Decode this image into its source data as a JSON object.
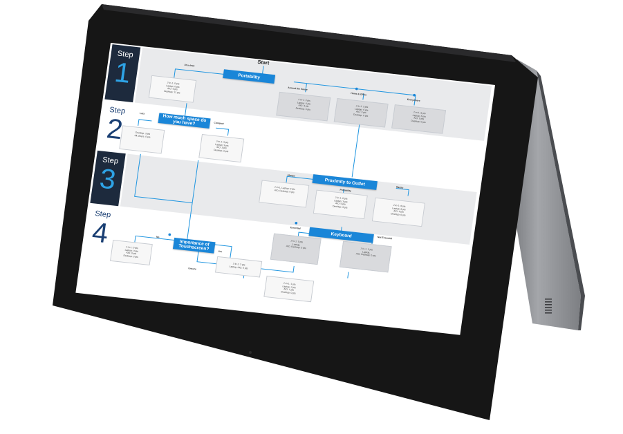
{
  "screen": {
    "steps": [
      {
        "word": "Step",
        "number": "1"
      },
      {
        "word": "Step",
        "number": "2"
      },
      {
        "word": "Step",
        "number": "3"
      },
      {
        "word": "Step",
        "number": "4"
      }
    ],
    "start_label": "Start",
    "decisions": {
      "portability": "Portability",
      "space": "How much space do you have?",
      "proximity": "Proximity to Outlet",
      "keyboard": "Keyboard",
      "touchscreen": "Importance of Touchscreen?"
    },
    "branches": {
      "at_desk": "At a desk",
      "around_house": "Around the house",
      "home_office": "Home & Office",
      "everywhere": "Everywhere",
      "lots": "Lots",
      "compact": "Compact",
      "always": "Always",
      "rarely": "Rarely",
      "portability": "Portability",
      "essential": "Essential",
      "not_essential": "Not Essential",
      "no": "No",
      "yes": "Yes",
      "unsure": "Unsure"
    },
    "results": {
      "desk": "2-in-1: 0 pts\nLaptop: 0 pts\nAIO: 6 pts\nDesktop: 12 pts",
      "around": "2-in-1: 3 pts\nLaptop: 6 pts\nAIO: 3 pts\nDesktop: 0 pts",
      "home": "2-in-1: 3 pts\nLaptop: 6 pts\nAIO: 3 pts\nDesktop: 0 pts",
      "every": "2-in-1: 6 pts\nLaptop: 6 pts\nAIO: 0 pts\nDesktop: 0 pts",
      "lots": "Desktop: 3 pts\nAll others: 0 pts",
      "compact": "2-in-1: 3 pts\nLaptop: 3 pts\nAIO: 3 pts\nDesktop: 0 pts",
      "always": "2-in-1, Laptop: 3 pts\nAIO, Desktop: 0 pts",
      "prox_mid": "2-in-1: 0 pts\nLaptop: 3 pts\nAIO: 0 pts\nDesktop: 6 pts",
      "rarely": "2-in-1: 6 pts\nLaptop: 6 pts\nAIO: 0 pts\nDesktop: 0 pts",
      "essential": "2-in-1: 0 pts\nLaptop,\nAIO, Desktop: 3 pts",
      "not_essential": "2-in-1: 3 pts\nLaptop,\nAIO, Desktop: 0 pts",
      "no": "2-in-1: 0 pts\nLaptop: 3 pts\nAIO: 0 pts\nDesktop: 3 pts",
      "yes": "2-in-1: 3 pts\nLaptop, AIO: 0 pts",
      "unsure": "2-in-1: 1 pts\nLaptop: 2 pts\nAIO: 1 pts\nDesktop: 0 pts"
    }
  },
  "colors": {
    "accent": "#1a86d8",
    "step_dark": "#1d2a3d",
    "step_text": "#1a3f73",
    "bezel": "#151515",
    "body": "#8a8c90"
  }
}
